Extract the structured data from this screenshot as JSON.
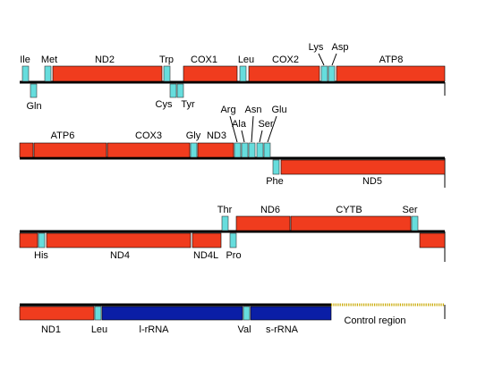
{
  "colors": {
    "gene": "#f03c1e",
    "trna": "#66dddd",
    "rrna": "#0a1ea6",
    "line": "#000000",
    "control": "#c8a800"
  },
  "rows": [
    {
      "labels_above": [
        "Ile",
        "Met",
        "ND2",
        "Trp",
        "COX1",
        "Leu",
        "COX2",
        "Lys",
        "Asp",
        "ATP8"
      ],
      "labels_below": [
        "Gln",
        "Cys",
        "Tyr"
      ]
    },
    {
      "labels_above": [
        "ATP6",
        "COX3",
        "Gly",
        "ND3",
        "Arg",
        "Ala",
        "Asn",
        "Ser",
        "Glu"
      ],
      "labels_below": [
        "Phe",
        "ND5"
      ]
    },
    {
      "labels_above": [
        "Thr",
        "ND6",
        "CYTB",
        "Ser"
      ],
      "labels_below": [
        "His",
        "ND4",
        "ND4L",
        "Pro"
      ]
    },
    {
      "labels_above": [],
      "labels_below": [
        "ND1",
        "Leu",
        "l-rRNA",
        "Val",
        "s-rRNA",
        "Control region"
      ]
    }
  ]
}
